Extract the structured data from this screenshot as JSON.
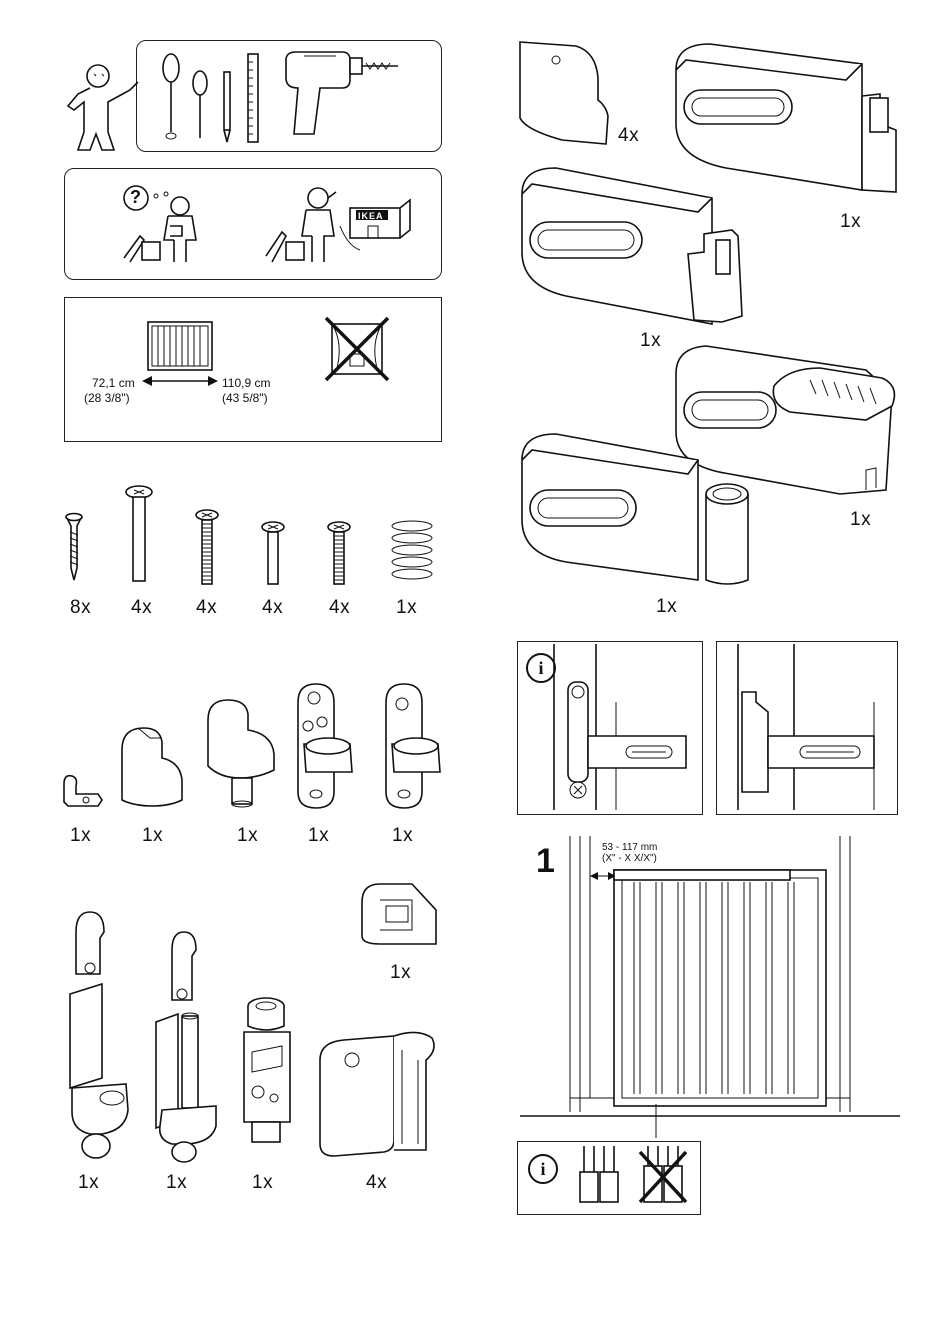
{
  "tools_panel": {
    "icons": [
      "person-pointing",
      "flathead-screwdriver",
      "phillips-screwdriver",
      "awl",
      "pencil",
      "ruler",
      "drill"
    ]
  },
  "help_panel": {
    "icons": [
      "question-mark",
      "confused-person",
      "person-on-phone",
      "ikea-store"
    ],
    "question_mark": "?",
    "store_sign": "IKEA"
  },
  "size_panel": {
    "min_width_cm": "72,1 cm",
    "min_width_in": "(28 3/8\")",
    "max_width_cm": "110,9 cm",
    "max_width_in": "(43 5/8\")",
    "icons": [
      "gate",
      "width-arrow",
      "no-window-crossed"
    ]
  },
  "hardware_row1": {
    "items": [
      {
        "icon": "wood-screw",
        "qty": "8x"
      },
      {
        "icon": "long-bolt",
        "qty": "4x"
      },
      {
        "icon": "threaded-bolt",
        "qty": "4x"
      },
      {
        "icon": "short-bolt",
        "qty": "4x"
      },
      {
        "icon": "short-threaded-bolt",
        "qty": "4x"
      },
      {
        "icon": "spring",
        "qty": "1x"
      }
    ]
  },
  "hardware_row2": {
    "items": [
      {
        "icon": "small-clip",
        "qty": "1x"
      },
      {
        "icon": "stopper-block",
        "qty": "1x"
      },
      {
        "icon": "stopper-with-peg",
        "qty": "1x"
      },
      {
        "icon": "hinge-plate-two-holes",
        "qty": "1x"
      },
      {
        "icon": "hinge-plate-one-hole",
        "qty": "1x"
      }
    ]
  },
  "hardware_row3": {
    "items": [
      {
        "icon": "corner-bracket",
        "qty": "1x"
      },
      {
        "icon": "long-hinge-pin",
        "qty": "1x"
      },
      {
        "icon": "hinge-pin-with-rod",
        "qty": "1x"
      },
      {
        "icon": "cylinder-latch",
        "qty": "1x"
      },
      {
        "icon": "u-bracket",
        "qty": "4x"
      }
    ]
  },
  "right_parts": {
    "items": [
      {
        "icon": "wedge-cap",
        "qty": "4x"
      },
      {
        "icon": "rail-end-right",
        "qty": "1x"
      },
      {
        "icon": "rail-end-left",
        "qty": "1x"
      },
      {
        "icon": "rail-end-latch-button",
        "qty": "1x"
      },
      {
        "icon": "rail-end-hinge-tube",
        "qty": "1x"
      }
    ]
  },
  "info_panel": {
    "info_symbol": "i",
    "icons": [
      "info-icon",
      "hinge-detail",
      "latch-detail"
    ]
  },
  "step1": {
    "number": "1",
    "measure_mm": "53 - 117 mm",
    "measure_in": "(X\" - X X/X\")",
    "info_symbol": "i",
    "icons": [
      "door-frame",
      "gate-installed",
      "bar-ok",
      "bar-crossed"
    ]
  }
}
